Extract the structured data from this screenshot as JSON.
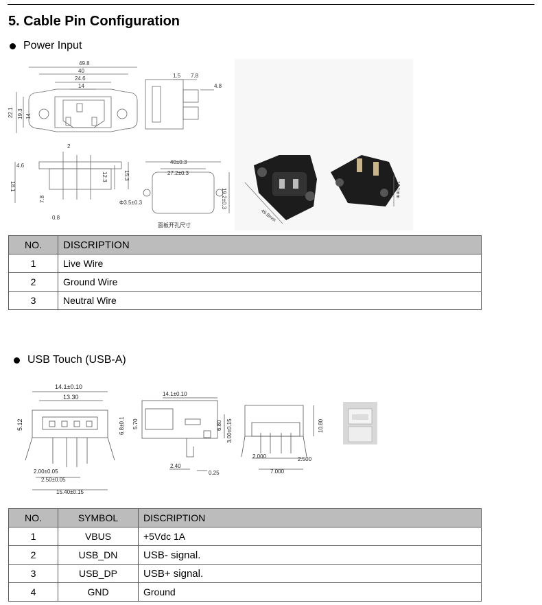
{
  "section": {
    "title": "5. Cable Pin Configuration"
  },
  "power": {
    "heading": "Power Input",
    "dims": {
      "d1": "49.8",
      "d2": "40",
      "d3": "24.6",
      "d4": "14",
      "d5": "22.1",
      "d6": "19.3",
      "d7": "14",
      "d8": "1.5",
      "d9": "7.8",
      "d10": "4.8",
      "d11": "2",
      "d12": "4.6",
      "d13": "18.1",
      "d14": "12.3",
      "d15": "15.3",
      "d16": "7.8",
      "d17": "0.8",
      "d18": "40±0.3",
      "d19": "27.2±0.3",
      "d20": "Φ3.5±0.3",
      "d21": "19.2±0.3",
      "cutout_label": "面板开孔尺寸",
      "photo_len": "49.8mm",
      "photo_h": "18.1mm"
    },
    "table": {
      "headers": [
        "NO.",
        "DISCRIPTION"
      ],
      "rows": [
        [
          "1",
          "Live Wire"
        ],
        [
          "2",
          "Ground Wire"
        ],
        [
          "3",
          "Neutral Wire"
        ]
      ]
    }
  },
  "usb": {
    "heading": "USB Touch (USB-A)",
    "dims": {
      "a1": "14.1±0.10",
      "a2": "13.30",
      "a3": "5.12",
      "a4": "2.00±0.05",
      "a5": "2.50±0.05",
      "a6": "15.40±0.15",
      "b1": "14.1±0.10",
      "b2": "6.8±0.1",
      "b3": "5.70",
      "b4": "6.80",
      "b5": "3.00±0.15",
      "b6": "2.40",
      "b7": "0.25",
      "c1": "10.80",
      "c2": "2.000",
      "c3": "2.500",
      "c4": "7.000"
    },
    "table": {
      "headers": [
        "NO.",
        "SYMBOL",
        "DISCRIPTION"
      ],
      "rows": [
        [
          "1",
          "VBUS",
          "+5Vdc  1A"
        ],
        [
          "2",
          "USB_DN",
          "USB-  signal."
        ],
        [
          "3",
          "USB_DP",
          "USB+  signal."
        ],
        [
          "4",
          "GND",
          "Ground"
        ]
      ]
    }
  }
}
